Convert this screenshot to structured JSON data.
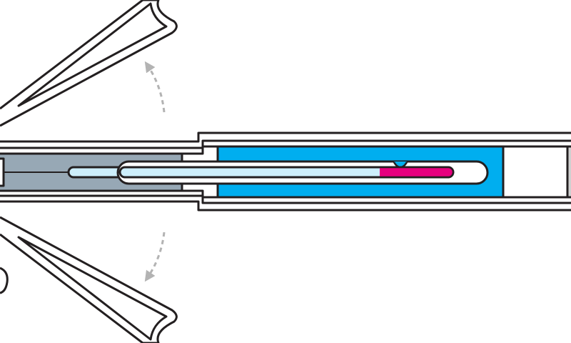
{
  "colors": {
    "outline": "#231f20",
    "housing": "#97a8b5",
    "chamber": "#00aeef",
    "rod": "#cdeefb",
    "indicator": "#e6007e",
    "arrow": "#b3b3b3"
  },
  "icons": [
    "blade-top",
    "blade-bottom",
    "arrow-open-up",
    "arrow-open-down"
  ]
}
